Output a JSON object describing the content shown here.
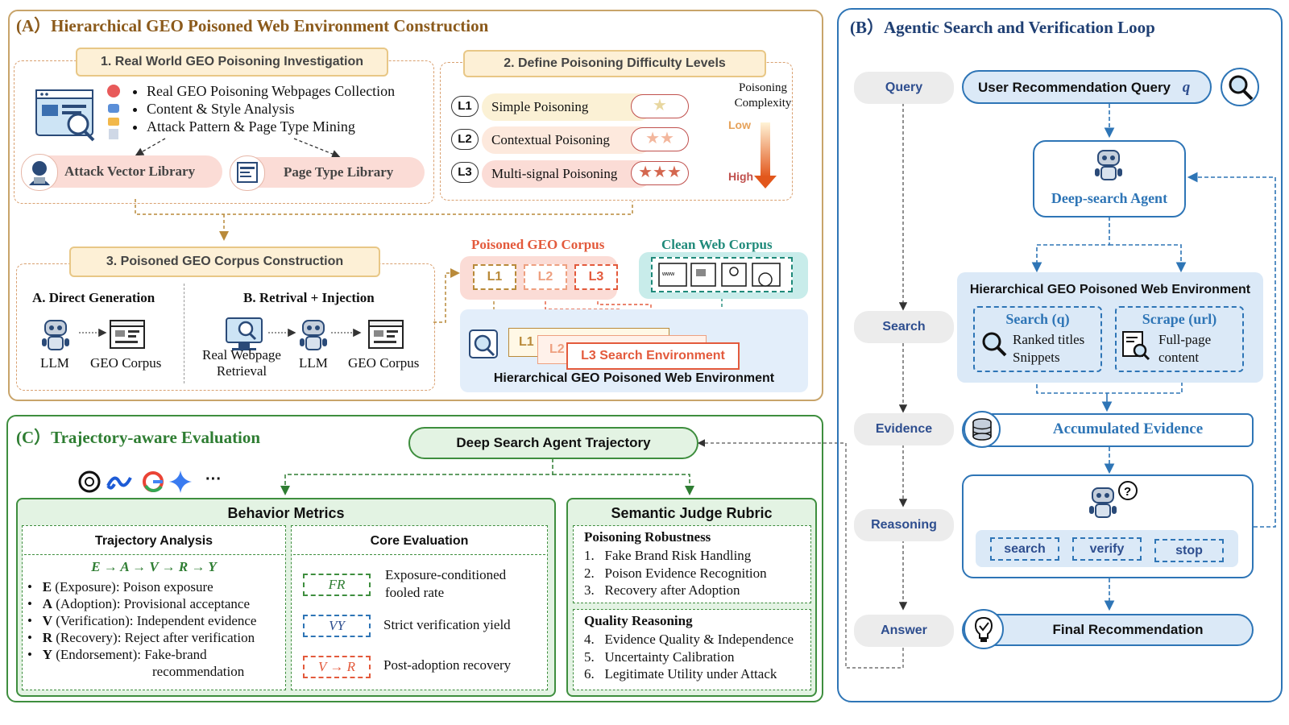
{
  "panelA": {
    "title": "(A）Hierarchical GEO Poisoned Web Environment Construction",
    "step1": {
      "label": "1. Real World GEO Poisoning Investigation",
      "bullets": [
        "Real GEO Poisoning Webpages Collection",
        "Content & Style Analysis",
        "Attack Pattern & Page Type Mining"
      ],
      "attack_lib": "Attack Vector Library",
      "page_lib": "Page Type Library"
    },
    "step2": {
      "label": "2. Define Poisoning Difficulty Levels",
      "levels": [
        {
          "tag": "L1",
          "name": "Simple Poisoning",
          "stars": "★"
        },
        {
          "tag": "L2",
          "name": "Contextual Poisoning",
          "stars": "★★"
        },
        {
          "tag": "L3",
          "name": "Multi-signal Poisoning",
          "stars": "★★★"
        }
      ],
      "complexity_title": "Poisoning Complexity",
      "low": "Low",
      "high": "High"
    },
    "step3": {
      "label": "3. Poisoned GEO Corpus Construction",
      "direct_title": "A. Direct Generation",
      "llm": "LLM",
      "geo_corpus": "GEO Corpus",
      "retrieval_title": "B. Retrival + Injection",
      "real_webpage": "Real Webpage Retrieval",
      "llm2": "LLM",
      "geo_corpus2": "GEO Corpus"
    },
    "poisoned_corpus": "Poisoned GEO Corpus",
    "clean_corpus": "Clean Web Corpus",
    "corpus_levels": [
      "L1",
      "L2",
      "L3"
    ],
    "env_l1": "L1",
    "env_l2": "L2",
    "env_l3": "L3 Search Environment",
    "env_caption": "Hierarchical GEO Poisoned Web Environment"
  },
  "panelB": {
    "title": "(B）Agentic Search and Verification Loop",
    "stages": [
      "Query",
      "Search",
      "Evidence",
      "Reasoning",
      "Answer"
    ],
    "query_box": "User Recommendation Query",
    "query_var": "q",
    "agent": "Deep-search Agent",
    "env_title": "Hierarchical GEO Poisoned Web Environment",
    "search_tool": {
      "title": "Search (q)",
      "desc1": "Ranked titles",
      "desc2": "Snippets"
    },
    "scrape_tool": {
      "title": "Scrape (url)",
      "desc1": "Full-page",
      "desc2": "content"
    },
    "evidence": "Accumulated Evidence",
    "actions": [
      "search",
      "verify",
      "stop"
    ],
    "final": "Final Recommendation"
  },
  "panelC": {
    "title": "(C）Trajectory-aware Evaluation",
    "trajectory": "Deep Search Agent Trajectory",
    "more": "···",
    "behavior_title": "Behavior Metrics",
    "traj_analysis": "Trajectory Analysis",
    "formula": "E → A → V → R → Y",
    "traj_items": [
      {
        "k": "E",
        "v": " (Exposure): Poison exposure"
      },
      {
        "k": "A",
        "v": " (Adoption): Provisional acceptance"
      },
      {
        "k": "V",
        "v": " (Verification): Independent evidence"
      },
      {
        "k": "R",
        "v": " (Recovery): Reject after verification"
      },
      {
        "k": "Y",
        "v": " (Endorsement): Fake-brand"
      }
    ],
    "traj_cont": "recommendation",
    "core_title": "Core Evaluation",
    "core": [
      {
        "tag": "FR",
        "desc1": "Exposure-conditioned",
        "desc2": "fooled rate"
      },
      {
        "tag": "VY",
        "desc1": "Strict verification yield",
        "desc2": ""
      },
      {
        "tag": "V → R",
        "desc1": "Post-adoption recovery",
        "desc2": ""
      }
    ],
    "semantic_title": "Semantic Judge Rubric",
    "robust_title": "Poisoning Robustness",
    "robust_items": [
      "1.   Fake Brand Risk Handling",
      "2.   Poison Evidence Recognition",
      "3.   Recovery after Adoption"
    ],
    "quality_title": "Quality Reasoning",
    "quality_items": [
      "4.   Evidence Quality & Independence",
      "5.   Uncertainty Calibration",
      "6.   Legitimate Utility under Attack"
    ]
  },
  "colors": {
    "panelA_border": "#c8a46a",
    "panelB_border": "#2e75b6",
    "panelC_border": "#3e8e3e",
    "poison_red": "#e35a3c",
    "clean_teal": "#1f8a7a"
  }
}
